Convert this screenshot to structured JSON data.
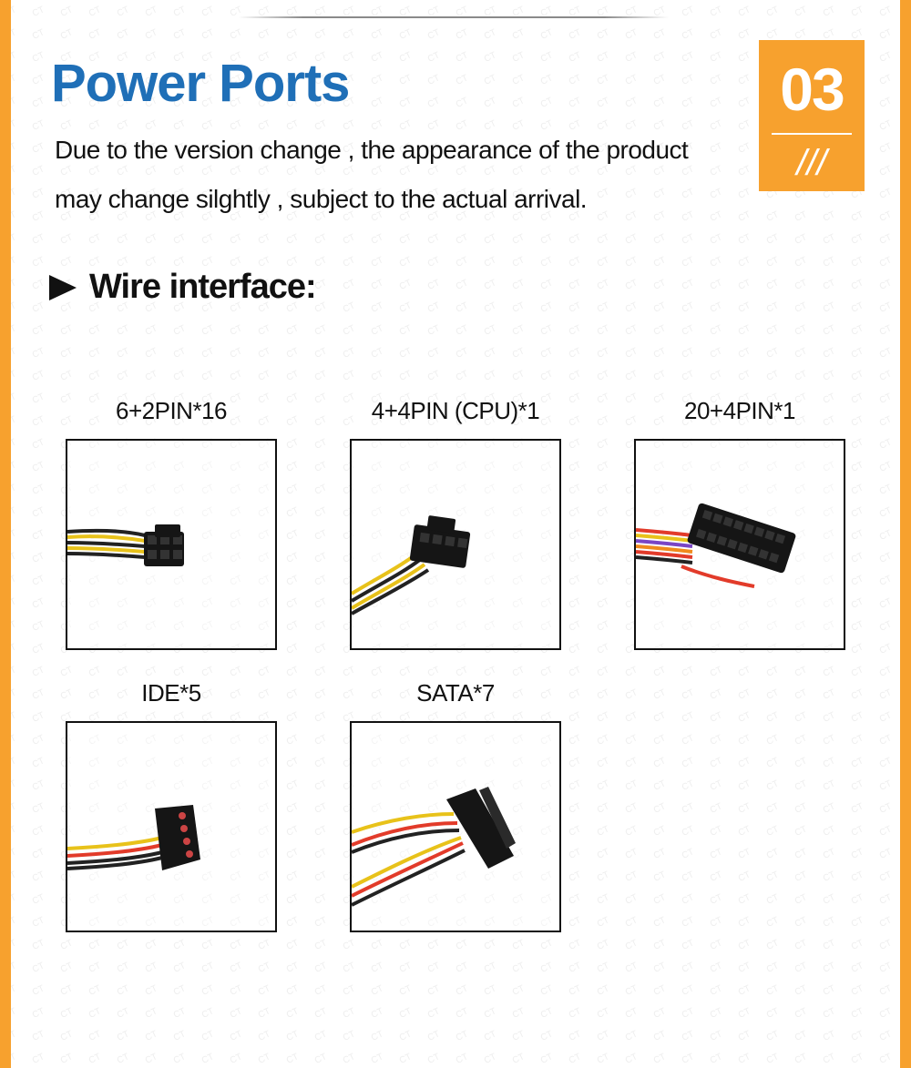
{
  "header": {
    "title": "Power Ports",
    "subtitle_line1": "Due to the version change , the appearance of the product",
    "subtitle_line2": "may change silghtly , subject to the actual arrival."
  },
  "badge": {
    "number": "03",
    "mark": "///"
  },
  "section": {
    "heading": "Wire interface:"
  },
  "connectors": [
    {
      "label": "6+2PIN*16",
      "icon": "pcie-6-2-pin-connector"
    },
    {
      "label": "4+4PIN (CPU)*1",
      "icon": "cpu-4-4-pin-connector"
    },
    {
      "label": "20+4PIN*1",
      "icon": "atx-20-4-pin-connector"
    },
    {
      "label": "IDE*5",
      "icon": "molex-ide-connector"
    },
    {
      "label": "SATA*7",
      "icon": "sata-power-connector"
    }
  ],
  "colors": {
    "accent": "#f7a12e",
    "title": "#1f6fb7",
    "text": "#111111"
  }
}
